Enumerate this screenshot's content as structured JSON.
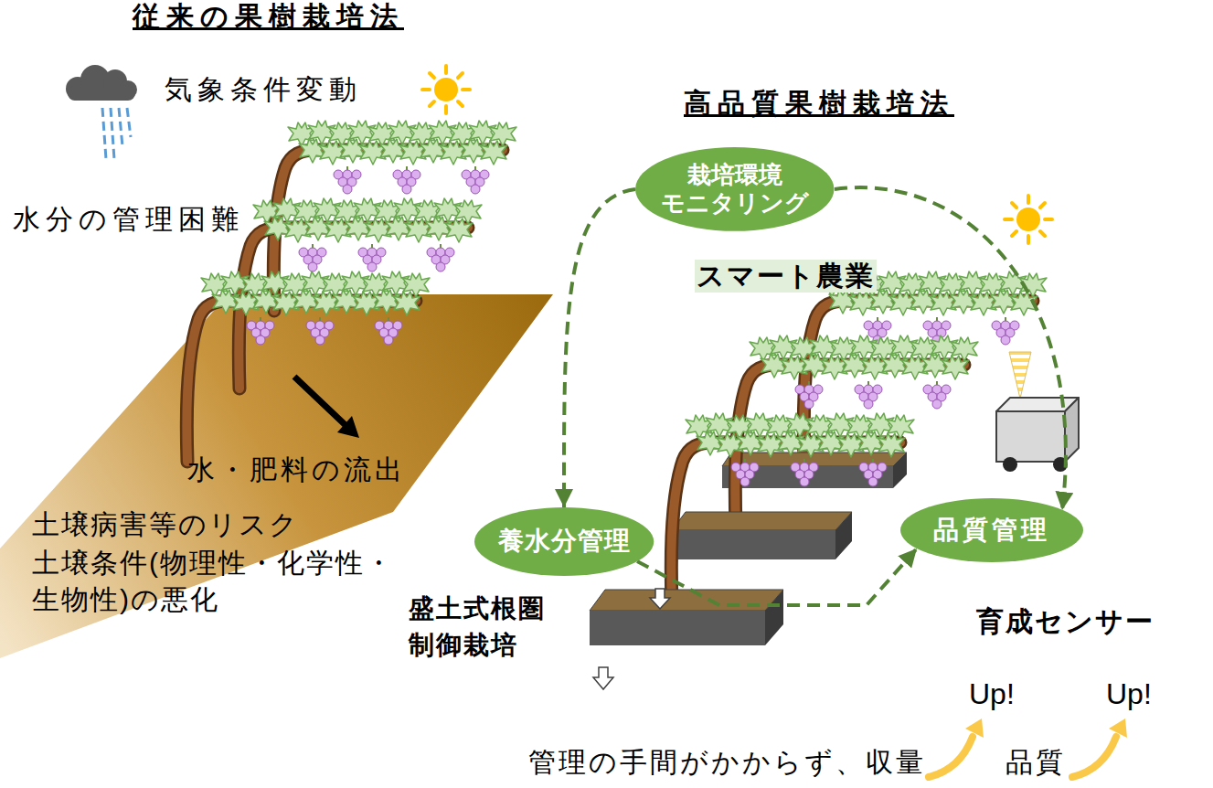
{
  "diagram": {
    "nodes": [
      {
        "text": [
          "従来の果樹栽培法",
          "気象条件変動",
          "水分の管理困難"
        ]
      },
      {
        "text": [
          "高品質果樹栽培法"
        ]
      },
      {
        "text": [
          "栽培環境 モニタリング"
        ],
        "in": 1
      },
      {
        "text": [
          "養水分管理"
        ],
        "in": 1
      },
      {
        "text": [
          "品質管理"
        ],
        "in": 1
      }
    ],
    "edges": [
      {
        "from": 2,
        "to": 3,
        "arrow": "to"
      },
      {
        "from": 3,
        "to": 4,
        "arrow": "to"
      },
      {
        "from": 2,
        "to": 4,
        "arrow": "to"
      }
    ],
    "labels": [
      "水・肥料の流出",
      "土壌病害等のリスク",
      "土壌条件(物理性・化学性・生物性)の悪化",
      "スマート農業",
      "盛土式根圏 制御栽培",
      "育成センサー",
      "Up!",
      "Up!",
      "管理の手間がかからず、収量",
      "品質"
    ]
  }
}
